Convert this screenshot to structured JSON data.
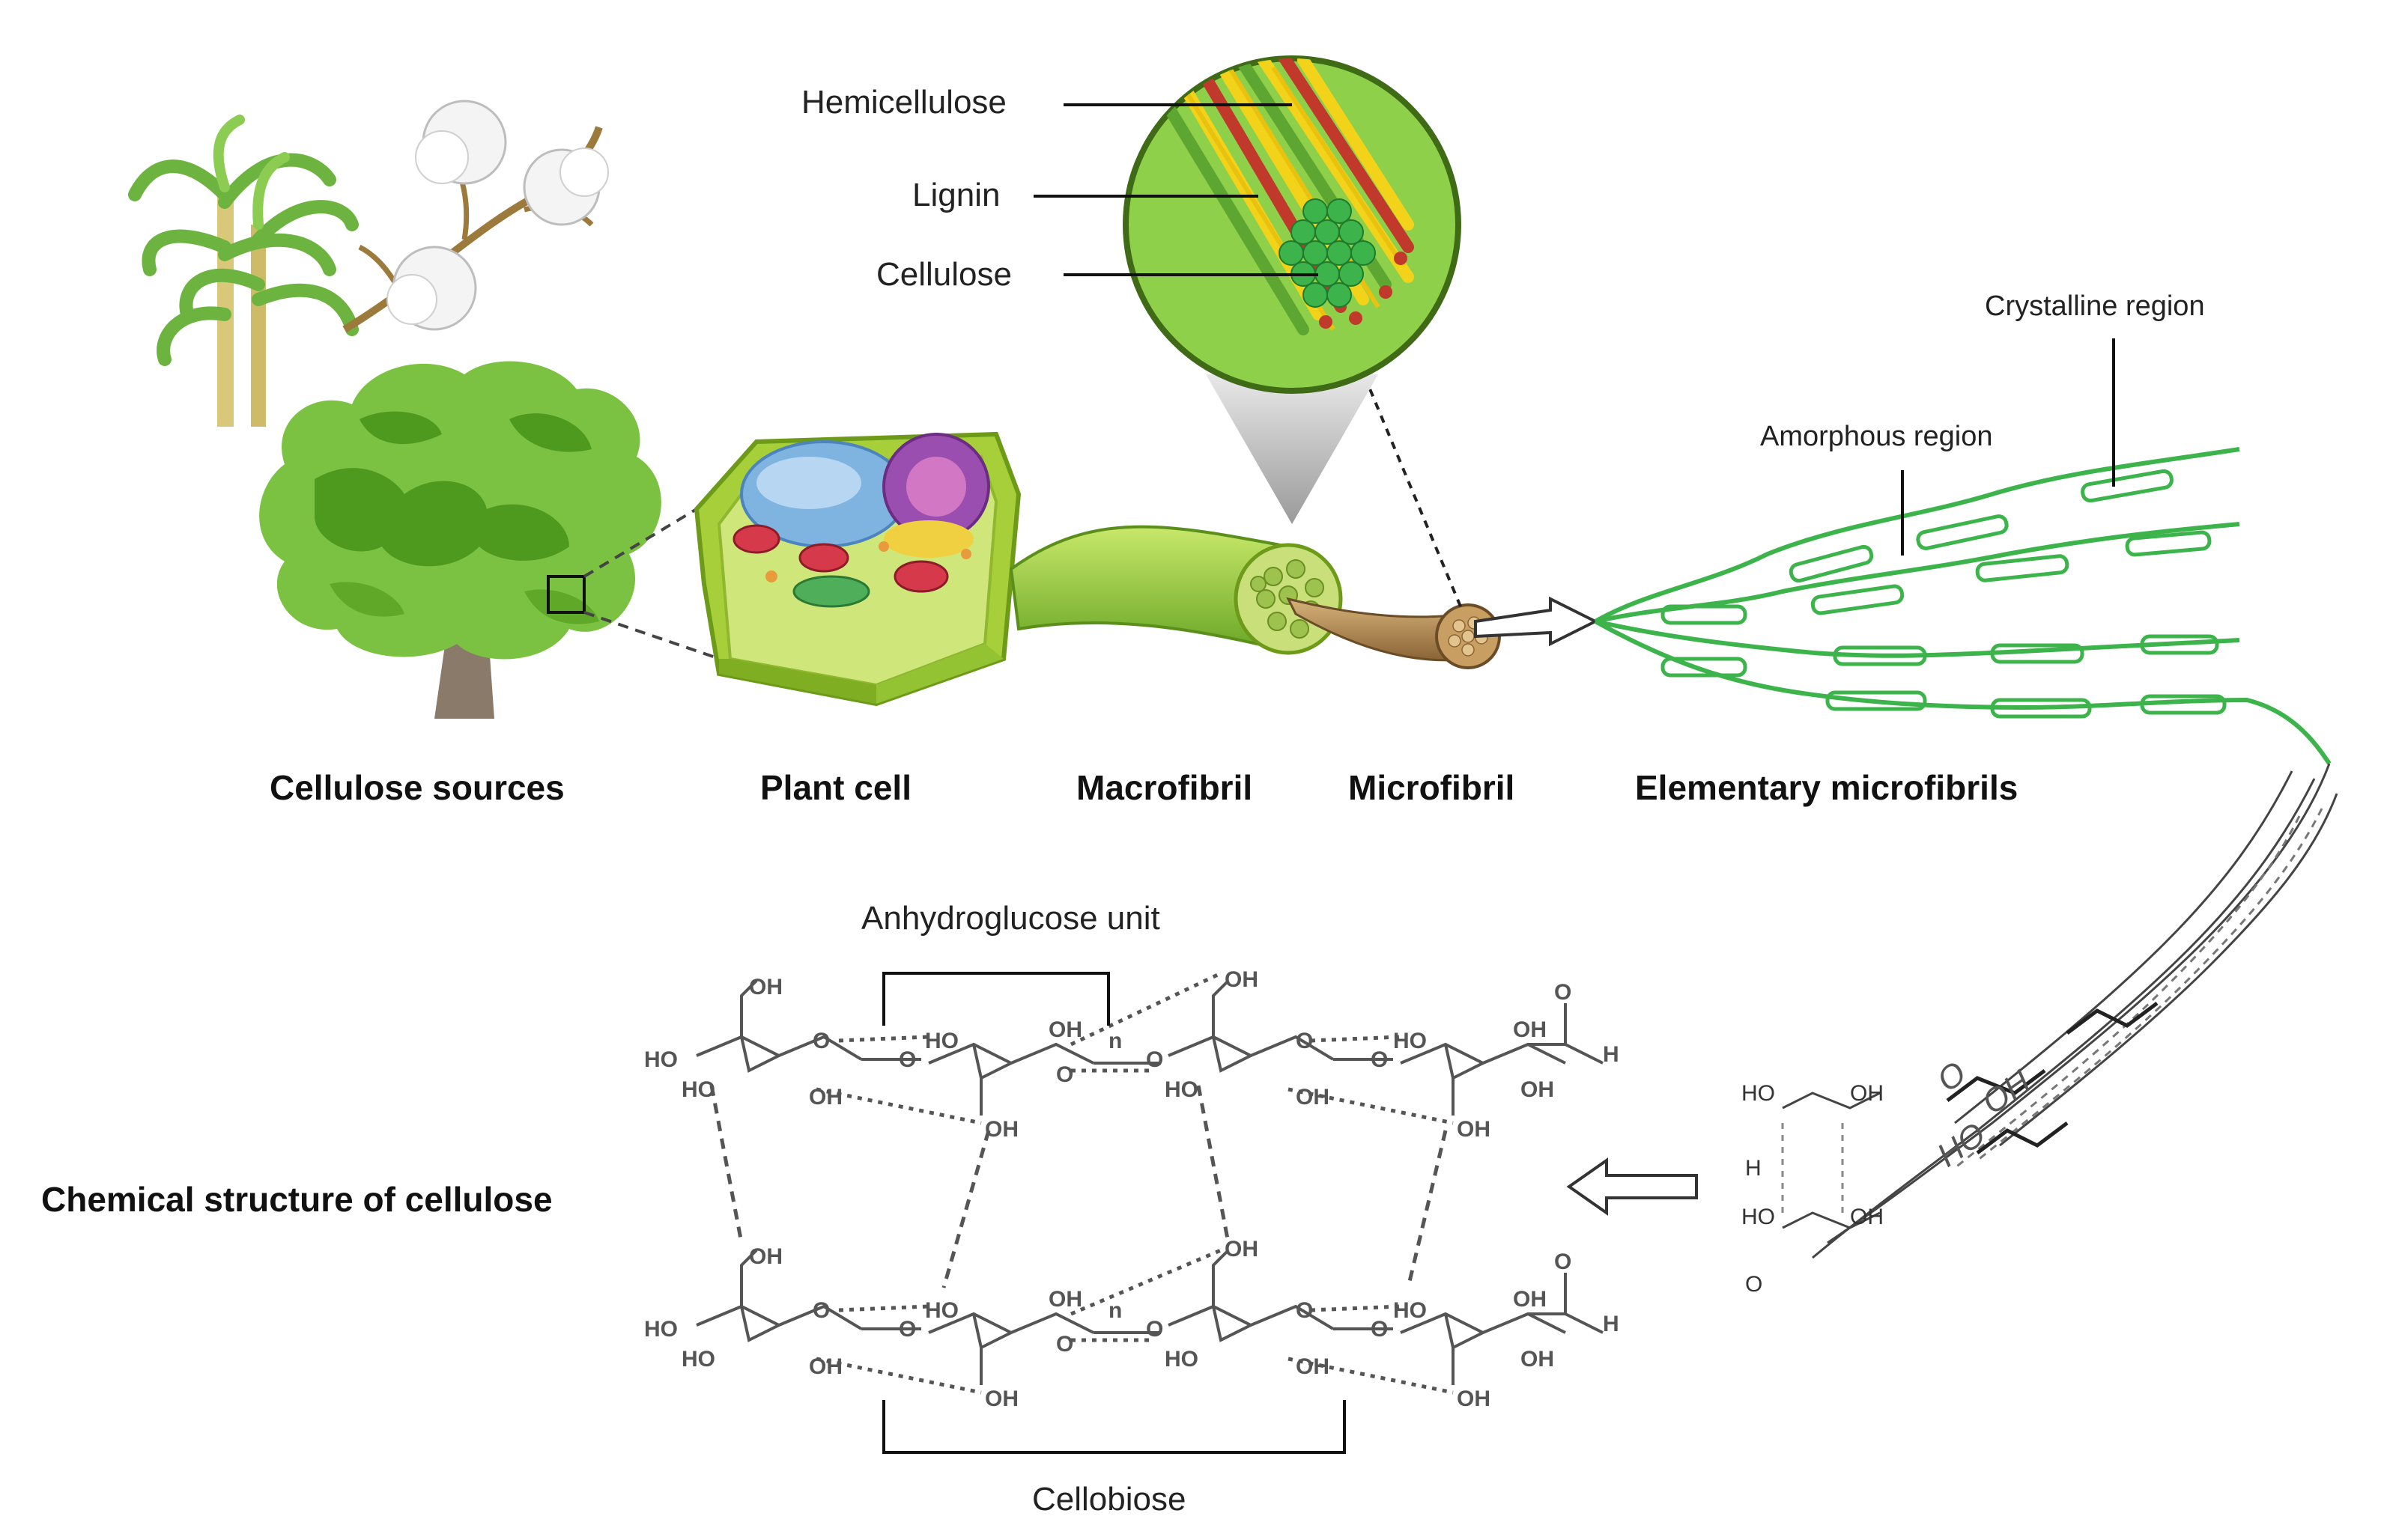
{
  "labels": {
    "hemicellulose": "Hemicellulose",
    "lignin": "Lignin",
    "cellulose": "Cellulose",
    "crystalline_region": "Crystalline region",
    "amorphous_region": "Amorphous region",
    "cellulose_sources": "Cellulose sources",
    "plant_cell": "Plant cell",
    "macrofibril": "Macrofibril",
    "microfibril": "Microfibril",
    "elementary_microfibrils": "Elementary microfibrils",
    "anhydroglucose_unit": "Anhydroglucose unit",
    "chemical_structure": "Chemical structure of cellulose",
    "cellobiose": "Cellobiose"
  },
  "chem_labels": {
    "oh": "OH",
    "ho": "HO",
    "o": "O",
    "h": "H",
    "n": "n"
  },
  "colors": {
    "leaf_green": "#7cc242",
    "dark_green": "#4e9a1f",
    "fibril_green": "#3cb44b",
    "circle_bg": "#8ed04a",
    "trunk": "#8a7a6a",
    "chem_gray": "#555555",
    "cotton": "#f4f4f4",
    "nucleus_purple": "#9a4fb0",
    "vacuole_blue": "#7fb3e0"
  }
}
